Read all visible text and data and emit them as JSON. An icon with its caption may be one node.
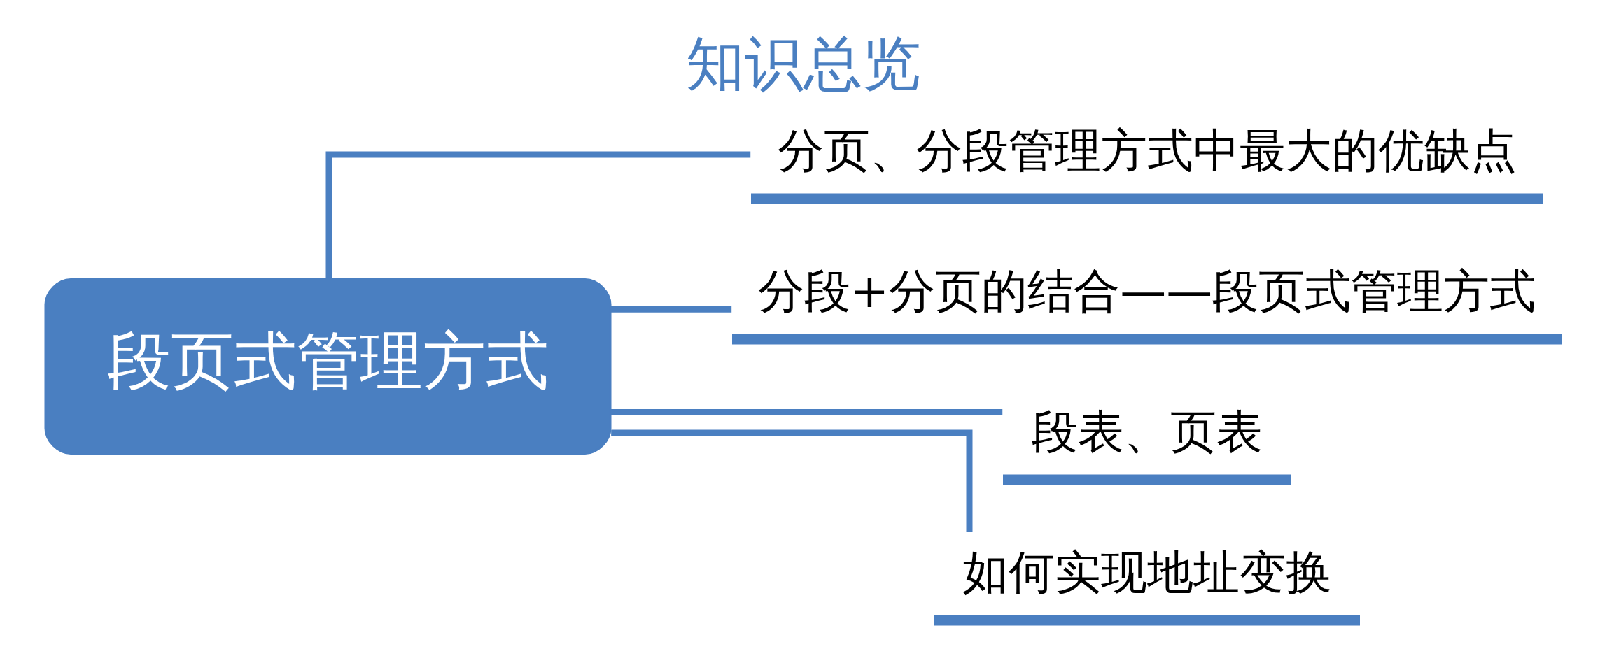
{
  "diagram": {
    "title": "知识总览",
    "nodes": [
      {
        "text": [
          "段页式管理方式"
        ]
      },
      {
        "text": [
          "分页、分段管理方式中最大的优缺点"
        ]
      },
      {
        "text": [
          "分段+分页的结合——段页式管理方式"
        ]
      },
      {
        "text": [
          "段表、页表"
        ]
      },
      {
        "text": [
          "如何实现地址变换"
        ]
      }
    ],
    "edges": [
      {
        "from": 0,
        "to": 1,
        "arrow": "none"
      },
      {
        "from": 0,
        "to": 2,
        "arrow": "none"
      },
      {
        "from": 0,
        "to": 3,
        "arrow": "none"
      },
      {
        "from": 0,
        "to": 4,
        "arrow": "none"
      }
    ]
  }
}
